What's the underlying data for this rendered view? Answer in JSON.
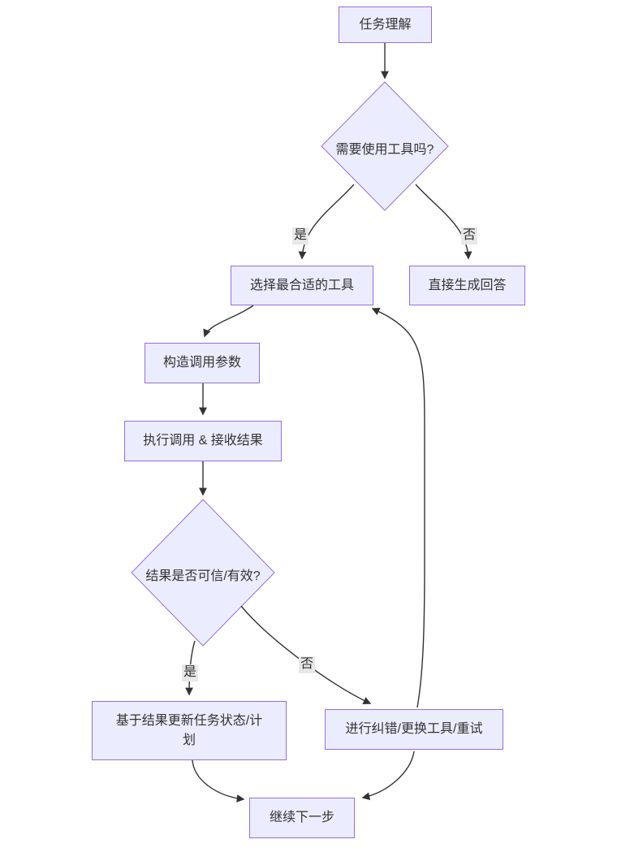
{
  "nodes": {
    "task_understanding": "任务理解",
    "need_tool_question": "需要使用工具吗?",
    "choose_tool": "选择最合适的工具",
    "direct_answer": "直接生成回答",
    "build_params": "构造调用参数",
    "execute_call": "执行调用 & 接收结果",
    "result_valid_question": "结果是否可信/有效?",
    "update_task_state": "基于结果更新任务状态/计划",
    "error_correction": "进行纠错/更换工具/重试",
    "next_step": "继续下一步"
  },
  "edge_labels": {
    "need_tool_yes": "是",
    "need_tool_no": "否",
    "result_valid_yes": "是",
    "result_valid_no": "否"
  },
  "colors": {
    "node_fill": "#ECECFF",
    "node_border": "#9370DB",
    "edge_line": "#333333",
    "edge_label_bg": "#e8e8e8",
    "text": "#333333",
    "background": "#ffffff"
  }
}
